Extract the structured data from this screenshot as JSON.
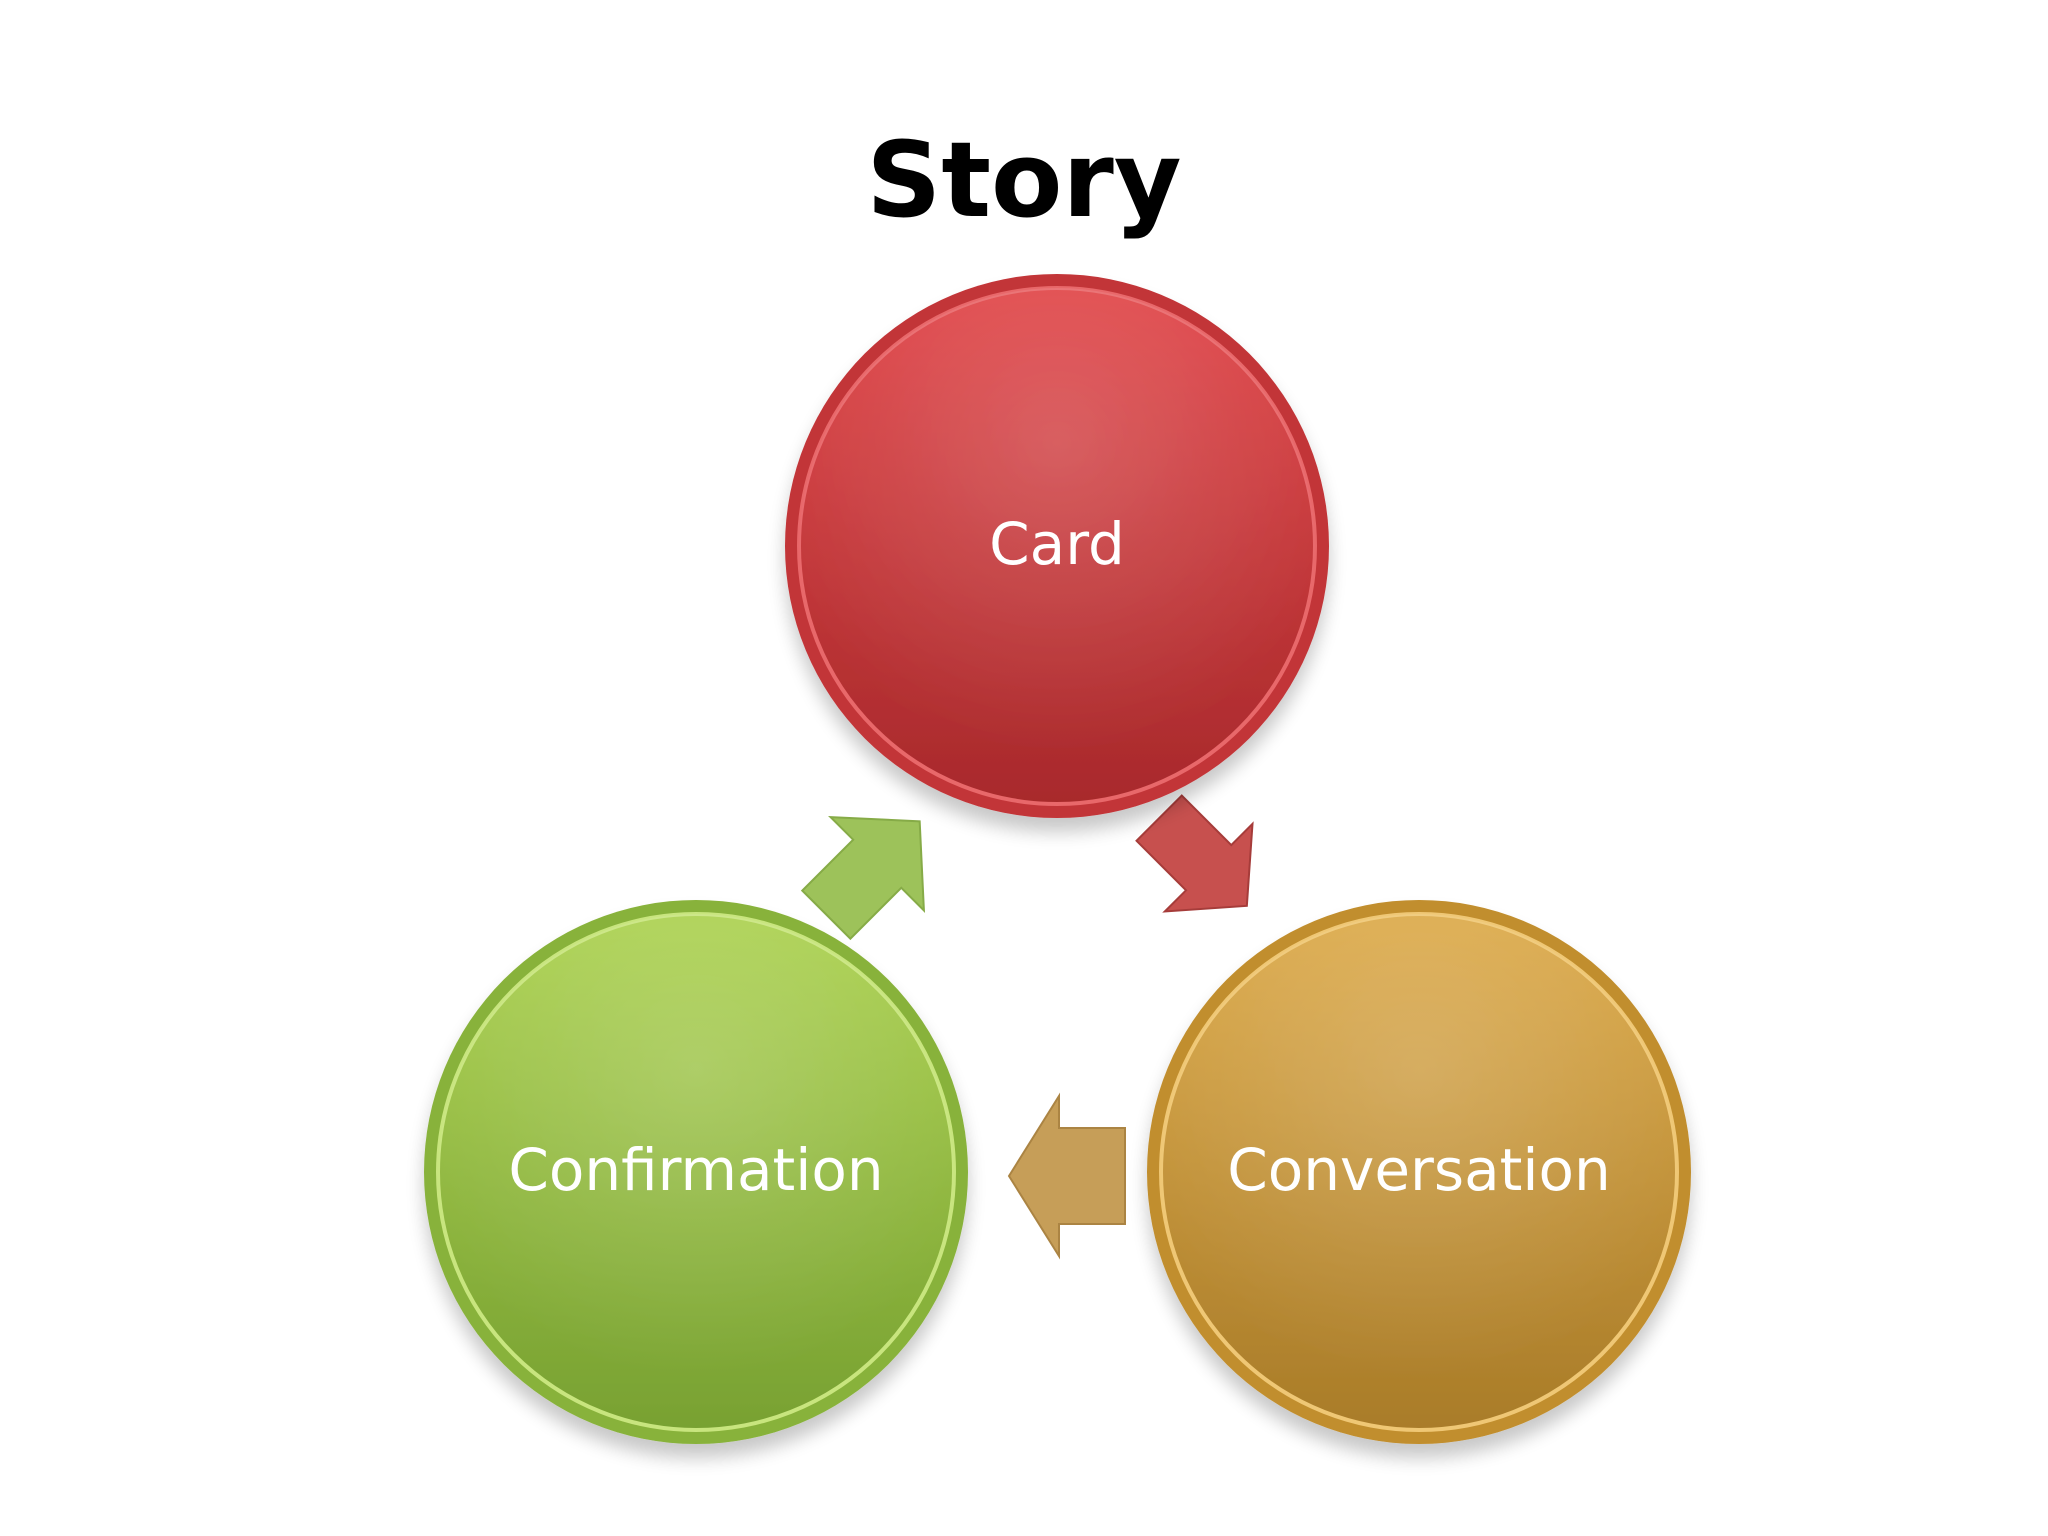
{
  "slide": {
    "title": "Story"
  },
  "cycle": {
    "nodes": [
      {
        "id": "card",
        "label": "Card",
        "color": "#c9383a"
      },
      {
        "id": "conversation",
        "label": "Conversation",
        "color": "#c8962f"
      },
      {
        "id": "confirmation",
        "label": "Confirmation",
        "color": "#8fb83d"
      }
    ],
    "arrows": [
      {
        "from": "card",
        "to": "conversation",
        "color": "#c7504e"
      },
      {
        "from": "conversation",
        "to": "confirmation",
        "color": "#c69e58"
      },
      {
        "from": "confirmation",
        "to": "card",
        "color": "#9dc25a"
      }
    ]
  }
}
